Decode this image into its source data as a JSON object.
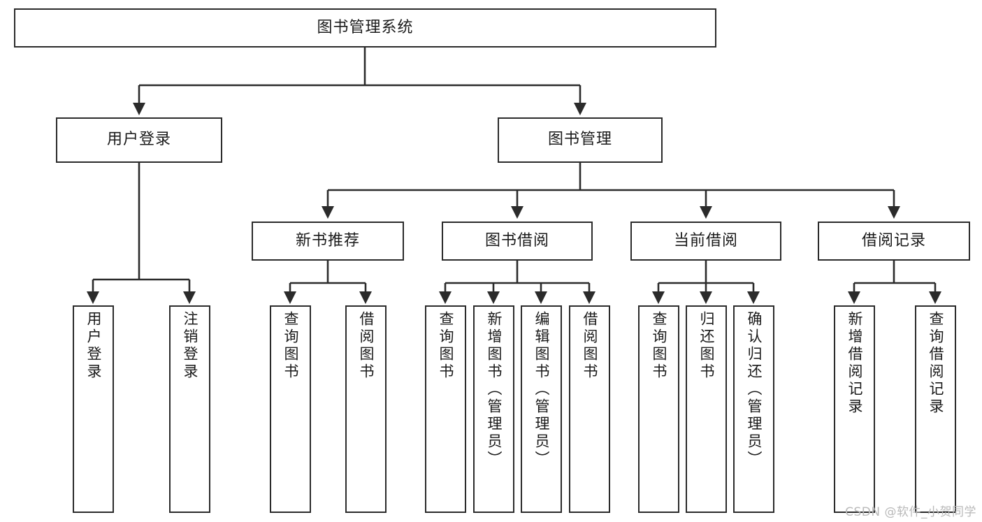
{
  "diagram": {
    "title": "图书管理系统",
    "type": "tree",
    "watermark": "CSDN @软件_小贺同学",
    "colors": {
      "box_border": "#2b2b2b",
      "box_fill": "#ffffff",
      "connector": "#2b2b2b",
      "text": "#1a1a1a",
      "watermark": "#b9b9b9",
      "background": "#ffffff"
    }
  },
  "nodes": {
    "root": {
      "label": "图书管理系统"
    },
    "level2": [
      {
        "id": "user-login",
        "label": "用户登录"
      },
      {
        "id": "book-manage",
        "label": "图书管理"
      }
    ],
    "level3": [
      {
        "id": "new-book-recommend",
        "label": "新书推荐"
      },
      {
        "id": "book-borrow",
        "label": "图书借阅"
      },
      {
        "id": "current-borrow",
        "label": "当前借阅"
      },
      {
        "id": "borrow-record",
        "label": "借阅记录"
      }
    ],
    "leaves": [
      {
        "id": "leaf-user-login",
        "label": "用户登录",
        "parent": "user-login"
      },
      {
        "id": "leaf-logout-login",
        "label": "注销登录",
        "parent": "user-login"
      },
      {
        "id": "leaf-query-book-1",
        "label": "查询图书",
        "parent": "new-book-recommend"
      },
      {
        "id": "leaf-borrow-book-1",
        "label": "借阅图书",
        "parent": "new-book-recommend"
      },
      {
        "id": "leaf-query-book-2",
        "label": "查询图书",
        "parent": "book-borrow"
      },
      {
        "id": "leaf-add-book",
        "label": "新增图书（管理员）",
        "parent": "book-borrow"
      },
      {
        "id": "leaf-edit-book",
        "label": "编辑图书（管理员）",
        "parent": "book-borrow"
      },
      {
        "id": "leaf-borrow-book-2",
        "label": "借阅图书",
        "parent": "book-borrow"
      },
      {
        "id": "leaf-query-book-3",
        "label": "查询图书",
        "parent": "current-borrow"
      },
      {
        "id": "leaf-return-book",
        "label": "归还图书",
        "parent": "current-borrow"
      },
      {
        "id": "leaf-confirm-return",
        "label": "确认归还（管理员）",
        "parent": "current-borrow"
      },
      {
        "id": "leaf-add-record",
        "label": "新增借阅记录",
        "parent": "borrow-record"
      },
      {
        "id": "leaf-query-record",
        "label": "查询借阅记录",
        "parent": "borrow-record"
      }
    ]
  }
}
